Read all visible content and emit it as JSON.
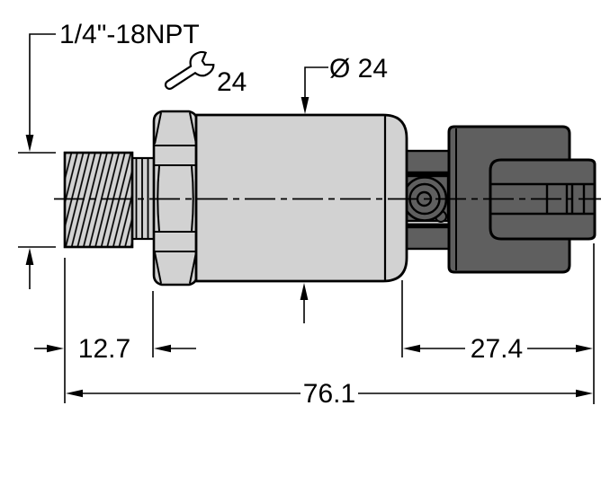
{
  "drawing": {
    "labels": {
      "thread": "1/4\"-18NPT",
      "wrench_size": "24",
      "diameter": "Ø 24"
    },
    "dimensions": {
      "port_length": "12.7",
      "connector_length": "27.4",
      "overall_length": "76.1"
    },
    "icons": {
      "wrench": "open-end-wrench"
    },
    "colors": {
      "body_fill": "#d2d2d2",
      "connector_fill": "#5f5f5f",
      "line": "#000000",
      "background": "#ffffff"
    }
  }
}
